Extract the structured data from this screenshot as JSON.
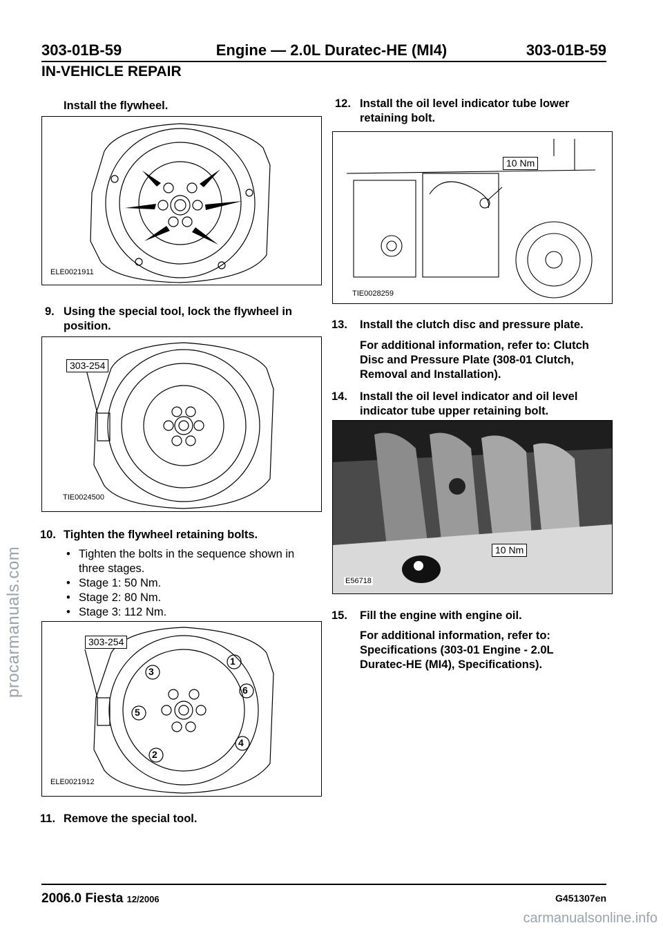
{
  "header": {
    "page_left": "303-01B-59",
    "title": "Engine — 2.0L Duratec-HE (MI4)",
    "page_right": "303-01B-59",
    "section": "IN-VEHICLE REPAIR"
  },
  "left": {
    "step8": "Install the flywheel.",
    "fig1_code": "ELE0021911",
    "step9_num": "9.",
    "step9": "Using the special tool, lock the flywheel in position.",
    "fig2_code": "TIE0024500",
    "fig2_tool": "303-254",
    "step10_num": "10.",
    "step10": "Tighten the flywheel retaining bolts.",
    "step10_bullets": [
      "Tighten the bolts in the sequence shown in three stages.",
      "Stage 1: 50 Nm.",
      "Stage 2: 80 Nm.",
      "Stage 3: 112 Nm."
    ],
    "fig3_code": "ELE0021912",
    "fig3_tool": "303-254",
    "fig3_numbers": [
      "1",
      "2",
      "3",
      "4",
      "5",
      "6"
    ],
    "step11_num": "11.",
    "step11": "Remove the special tool."
  },
  "right": {
    "step12_num": "12.",
    "step12": "Install the oil level indicator tube lower retaining bolt.",
    "fig4_code": "TIE0028259",
    "fig4_torque": "10 Nm",
    "step13_num": "13.",
    "step13": "Install the clutch disc and pressure plate.",
    "step13_info": "For additional information, refer to: Clutch Disc and Pressure Plate (308-01 Clutch, Removal and Installation).",
    "step14_num": "14.",
    "step14": "Install the oil level indicator and oil level indicator tube upper retaining bolt.",
    "fig5_code": "E56718",
    "fig5_torque": "10 Nm",
    "step15_num": "15.",
    "step15": "Fill the engine with engine oil.",
    "step15_info": "For additional information, refer to: Specifications (303-01 Engine - 2.0L Duratec-HE (MI4), Specifications)."
  },
  "footer": {
    "model": "2006.0 Fiesta",
    "date": "12/2006",
    "code": "G451307en"
  },
  "watermarks": {
    "side": "procarmanuals.com",
    "bottom": "carmanualsonline.info"
  }
}
